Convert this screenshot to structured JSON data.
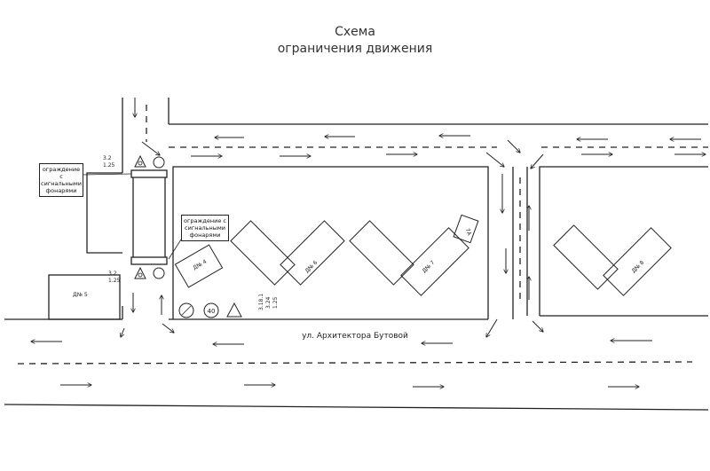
{
  "title": {
    "line1": "Схема",
    "line2": "ограничения движения"
  },
  "callouts": {
    "left_fence": "ограждение с сигнальными фонарями",
    "center_fence": "ограждение с сигнальными фонарями"
  },
  "sign_codes": {
    "top_pair": [
      "3.2",
      "1.25"
    ],
    "bottom_pair": [
      "3.2",
      "1.25"
    ],
    "vertical_stack": [
      "3.18.1",
      "3.24",
      "1.25"
    ],
    "speed_limit": "40"
  },
  "street": {
    "name": "ул. Архитектора Бутовой"
  },
  "buildings": {
    "b5": "Д№ 5",
    "b6": "Д№ 6",
    "b7": "Д№ 7",
    "b8": "Д№ 8",
    "b7a": "7А",
    "b_left": "Д№ 4"
  },
  "colors": {
    "line": "#222222",
    "background": "#ffffff"
  }
}
